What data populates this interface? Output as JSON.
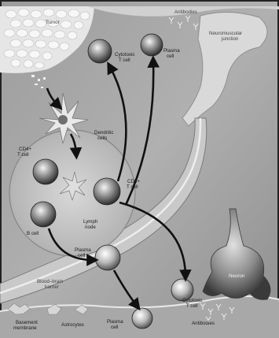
{
  "labels": {
    "tumor": "Tumor",
    "antibodies_top": "Antibodies",
    "neuromuscular_line1": "Neuromuscular",
    "neuromuscular_line2": "junction",
    "plasma_cell_top_line1": "Plasma",
    "plasma_cell_top_line2": "cell",
    "cytotoxic_top_line1": "Cytotoxic",
    "cytotoxic_top_line2": "T cell",
    "dendritic_line1": "Dendritic",
    "dendritic_line2": "cells",
    "cd4_line1": "CD4+",
    "cd4_line2": "T cell",
    "cd8_line1": "CD8+",
    "cd8_line2": "T cell",
    "lymph_node_line1": "Lymph",
    "lymph_node_line2": "node",
    "b_cell": "B cell",
    "plasma_cell_mid_line1": "Plasma",
    "plasma_cell_mid_line2": "cell",
    "blood_brain_line1": "Blood–brain",
    "blood_brain_line2": "barrier",
    "neuron": "Neuron",
    "cytotoxic_bottom_line1": "Cytotoxic",
    "cytotoxic_bottom_line2": "T cell",
    "antibodies_bottom": "Antibodies",
    "plasma_cell_bottom_line1": "Plasma",
    "plasma_cell_bottom_line2": "cell",
    "basement_line1": "Basement",
    "basement_line2": "membrane",
    "astrocytes": "Astrocytes"
  }
}
